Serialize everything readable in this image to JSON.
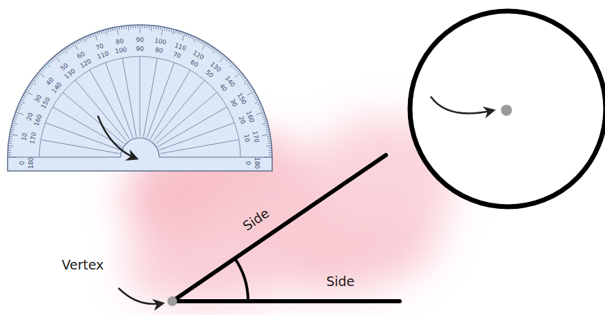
{
  "diagram": {
    "labels": [
      "0",
      "10",
      "20",
      "30",
      "40",
      "50",
      "60",
      "70",
      "80",
      "90",
      "100",
      "110",
      "120",
      "130",
      "140",
      "150",
      "160",
      "170",
      "180",
      "180",
      "170",
      "160",
      "150",
      "140",
      "130",
      "120",
      "110",
      "100",
      "90",
      "80",
      "70",
      "60",
      "50",
      "40",
      "30",
      "20",
      "10",
      "0",
      "Side",
      "Vertex",
      "Side"
    ]
  }
}
